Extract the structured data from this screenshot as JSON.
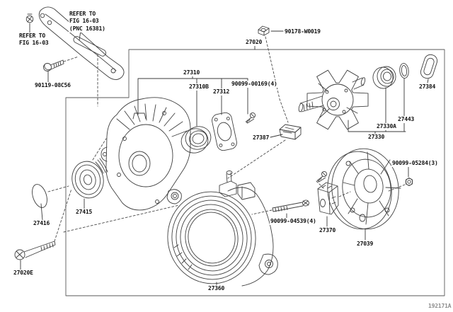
{
  "diagram": {
    "drawing_code": "192171A",
    "notes": {
      "refer_left": "REFER TO\nFIG 16-03",
      "refer_bracket": "REFER TO\nFIG 16-03\n(PNC 16381)"
    },
    "labels": {
      "p90119": "90119-08C56",
      "p27020": "27020",
      "p90178": "90178-W0019",
      "p27310": "27310",
      "p27310B": "27310B",
      "p27312": "27312",
      "p90099_00169": "90099-00169(4)",
      "p27387": "27387",
      "p27384": "27384",
      "p27330A": "27330A",
      "p27443": "27443",
      "p27330": "27330",
      "p27415": "27415",
      "p27416": "27416",
      "p27020E": "27020E",
      "p27360": "27360",
      "p90099_04539": "90099-04539(4)",
      "p27370": "27370",
      "p27039": "27039",
      "p90099_05284": "90099-05284(3)"
    },
    "colors": {
      "line": "#404040",
      "label": "#111111",
      "code": "#8d8d8d",
      "background": "#ffffff"
    }
  }
}
